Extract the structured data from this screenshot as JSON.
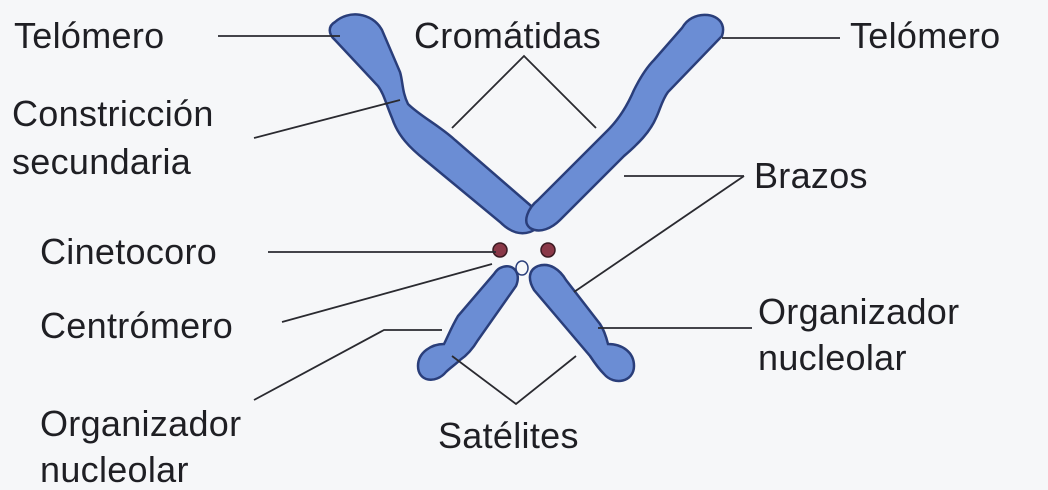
{
  "diagram": {
    "colors": {
      "chromatid_fill": "#6b8dd4",
      "chromatid_stroke": "#2a3e7a",
      "kinetochore_fill": "#8a3848",
      "leader_line": "#2a2a30",
      "background": "#f6f7f9"
    },
    "labels": {
      "telomero_left": "Telómero",
      "telomero_right": "Telómero",
      "cromatidas": "Cromátidas",
      "constriccion_line1": "Constricción",
      "constriccion_line2": "secundaria",
      "brazos": "Brazos",
      "cinetocoro": "Cinetocoro",
      "centromero": "Centrómero",
      "organizador_right_line1": "Organizador",
      "organizador_right_line2": "nucleolar",
      "organizador_left_line1": "Organizador",
      "organizador_left_line2": "nucleolar",
      "satelites": "Satélites"
    }
  }
}
